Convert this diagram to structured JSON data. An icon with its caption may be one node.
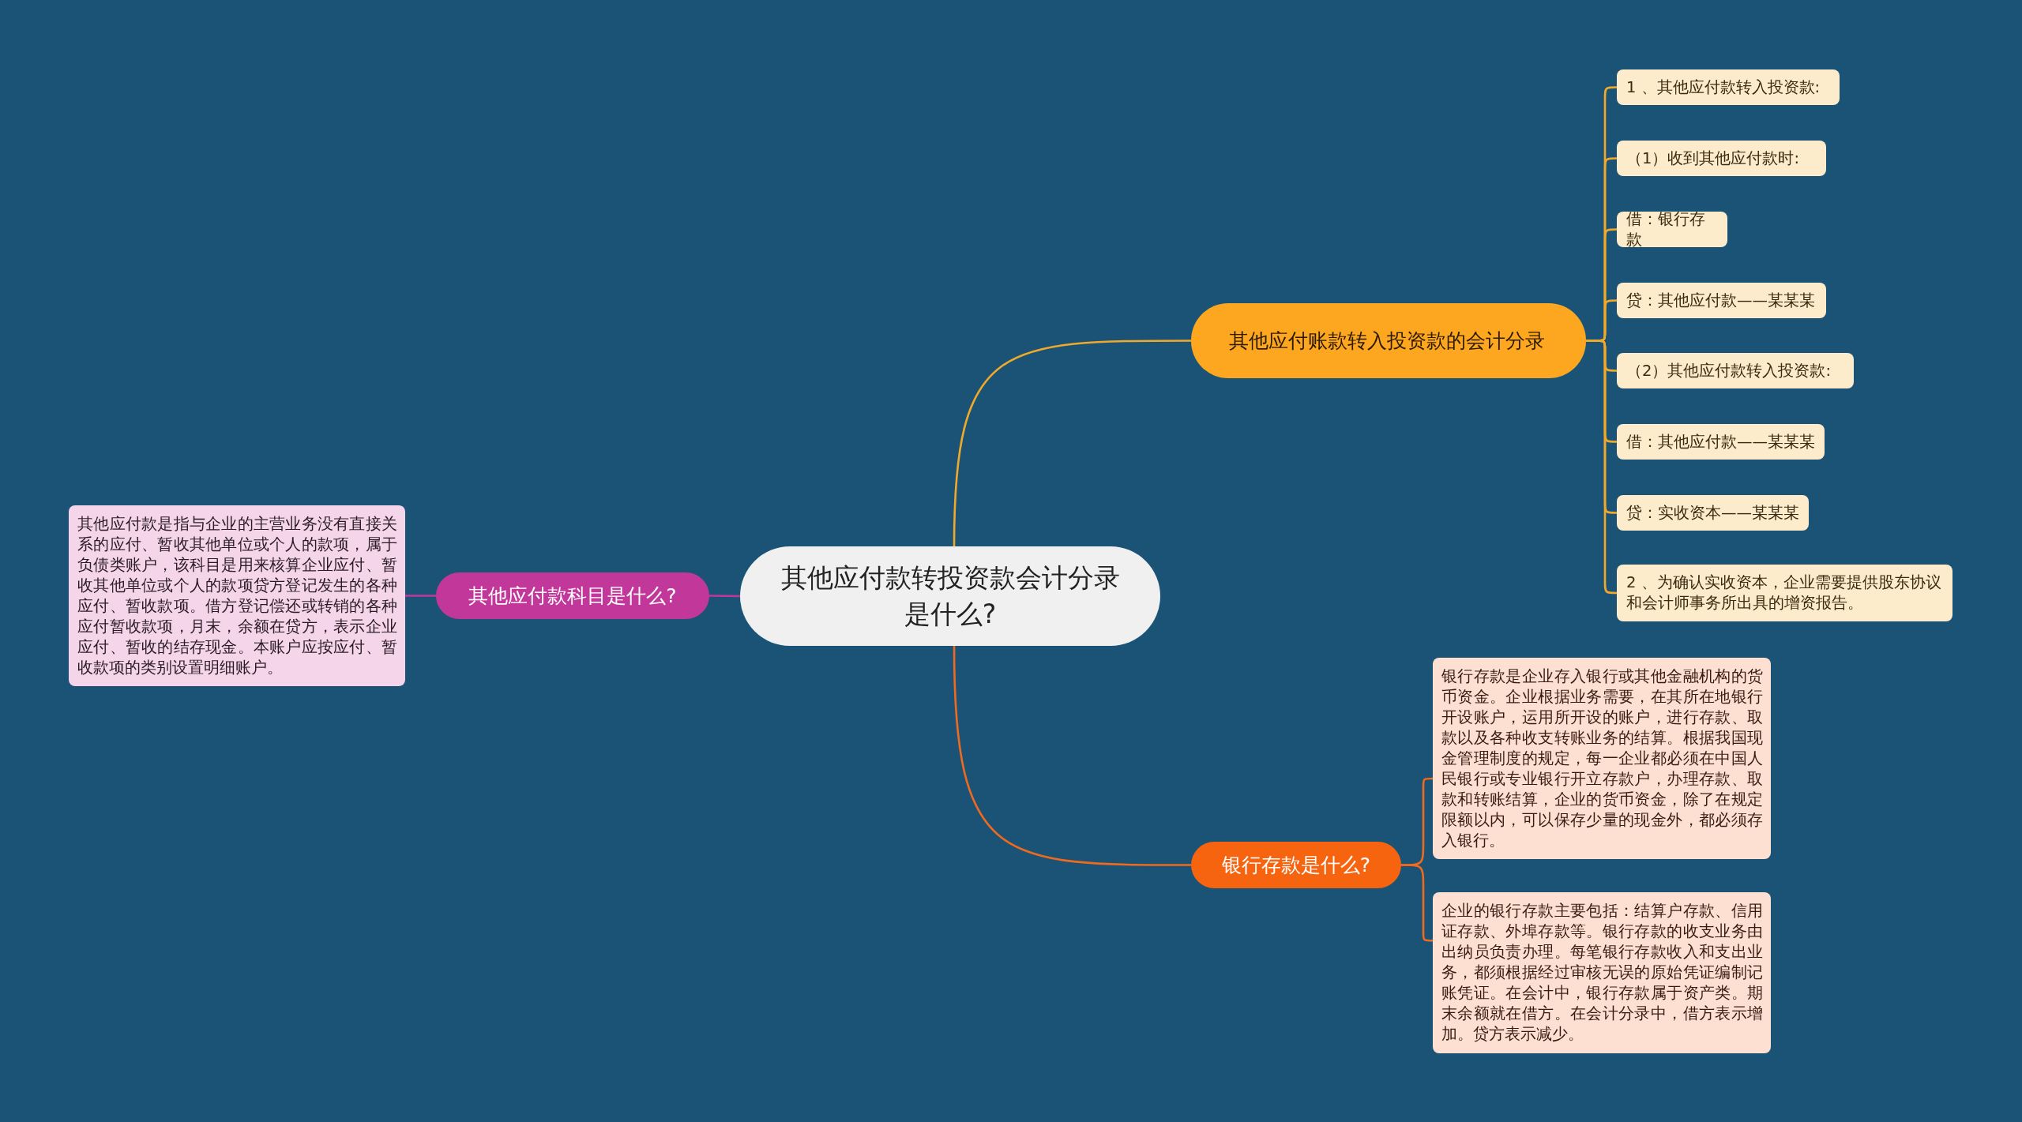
{
  "diagram": {
    "nodes": [
      {
        "text": [
          "其他应付款转投资款会计分录是什么?"
        ]
      },
      {
        "text": [
          "其他应付账款转入投资款的会计分录"
        ]
      },
      {
        "text": [
          "1 、其他应付款转入投资款:"
        ]
      },
      {
        "text": [
          "（1）收到其他应付款时:"
        ]
      },
      {
        "text": [
          "借：银行存款"
        ]
      },
      {
        "text": [
          "贷：其他应付款——某某某"
        ]
      },
      {
        "text": [
          "（2）其他应付款转入投资款:"
        ]
      },
      {
        "text": [
          "借：其他应付款——某某某"
        ]
      },
      {
        "text": [
          "贷：实收资本——某某某"
        ]
      },
      {
        "text": [
          "2 、为确认实收资本，企业需要提供股东协议和会计师事务所出具的增资报告。"
        ]
      },
      {
        "text": [
          "其他应付款科目是什么?"
        ]
      },
      {
        "text": [
          "其他应付款是指与企业的主营业务没有直接关系的应付、暂收其他单位或个人的款项，属于负债类账户，该科目是用来核算企业应付、暂收其他单位或个人的款项贷方登记发生的各种应付、暂收款项。借方登记偿还或转销的各种应付暂收款项，月末，余额在贷方，表示企业应付、暂收的结存现金。本账户应按应付、暂收款项的类别设置明细账户。"
        ]
      },
      {
        "text": [
          "银行存款是什么?"
        ]
      },
      {
        "text": [
          "银行存款是企业存入银行或其他金融机构的货币资金。企业根据业务需要，在其所在地银行开设账户，运用所开设的账户，进行存款、取款以及各种收支转账业务的结算。根据我国现金管理制度的规定，每一企业都必须在中国人民银行或专业银行开立存款户，办理存款、取款和转账结算，企业的货币资金，除了在规定限额以内，可以保存少量的现金外，都必须存入银行。"
        ]
      },
      {
        "text": [
          "企业的银行存款主要包括：结算户存款、信用证存款、外埠存款等。银行存款的收支业务由出纳员负责办理。每笔银行存款收入和支出业务，都须根据经过审核无误的原始凭证编制记账凭证。在会计中，银行存款属于资产类。期末余额就在借方。在会计分录中，借方表示增加。贷方表示减少。"
        ]
      }
    ],
    "edges": [
      {
        "from": 0,
        "to": 1,
        "arrow": "none"
      },
      {
        "from": 1,
        "to": 2,
        "arrow": "none"
      },
      {
        "from": 1,
        "to": 3,
        "arrow": "none"
      },
      {
        "from": 1,
        "to": 4,
        "arrow": "none"
      },
      {
        "from": 1,
        "to": 5,
        "arrow": "none"
      },
      {
        "from": 1,
        "to": 6,
        "arrow": "none"
      },
      {
        "from": 1,
        "to": 7,
        "arrow": "none"
      },
      {
        "from": 1,
        "to": 8,
        "arrow": "none"
      },
      {
        "from": 1,
        "to": 9,
        "arrow": "none"
      },
      {
        "from": 0,
        "to": 10,
        "arrow": "none",
        "color": "#c2379a"
      },
      {
        "from": 10,
        "to": 11,
        "arrow": "none",
        "color": "#c2379a"
      },
      {
        "from": 0,
        "to": 12,
        "arrow": "none",
        "color": "#f06a1e"
      },
      {
        "from": 12,
        "to": 13,
        "arrow": "none",
        "color": "#f06a1e"
      },
      {
        "from": 12,
        "to": 14,
        "arrow": "none",
        "color": "#f06a1e"
      }
    ]
  }
}
